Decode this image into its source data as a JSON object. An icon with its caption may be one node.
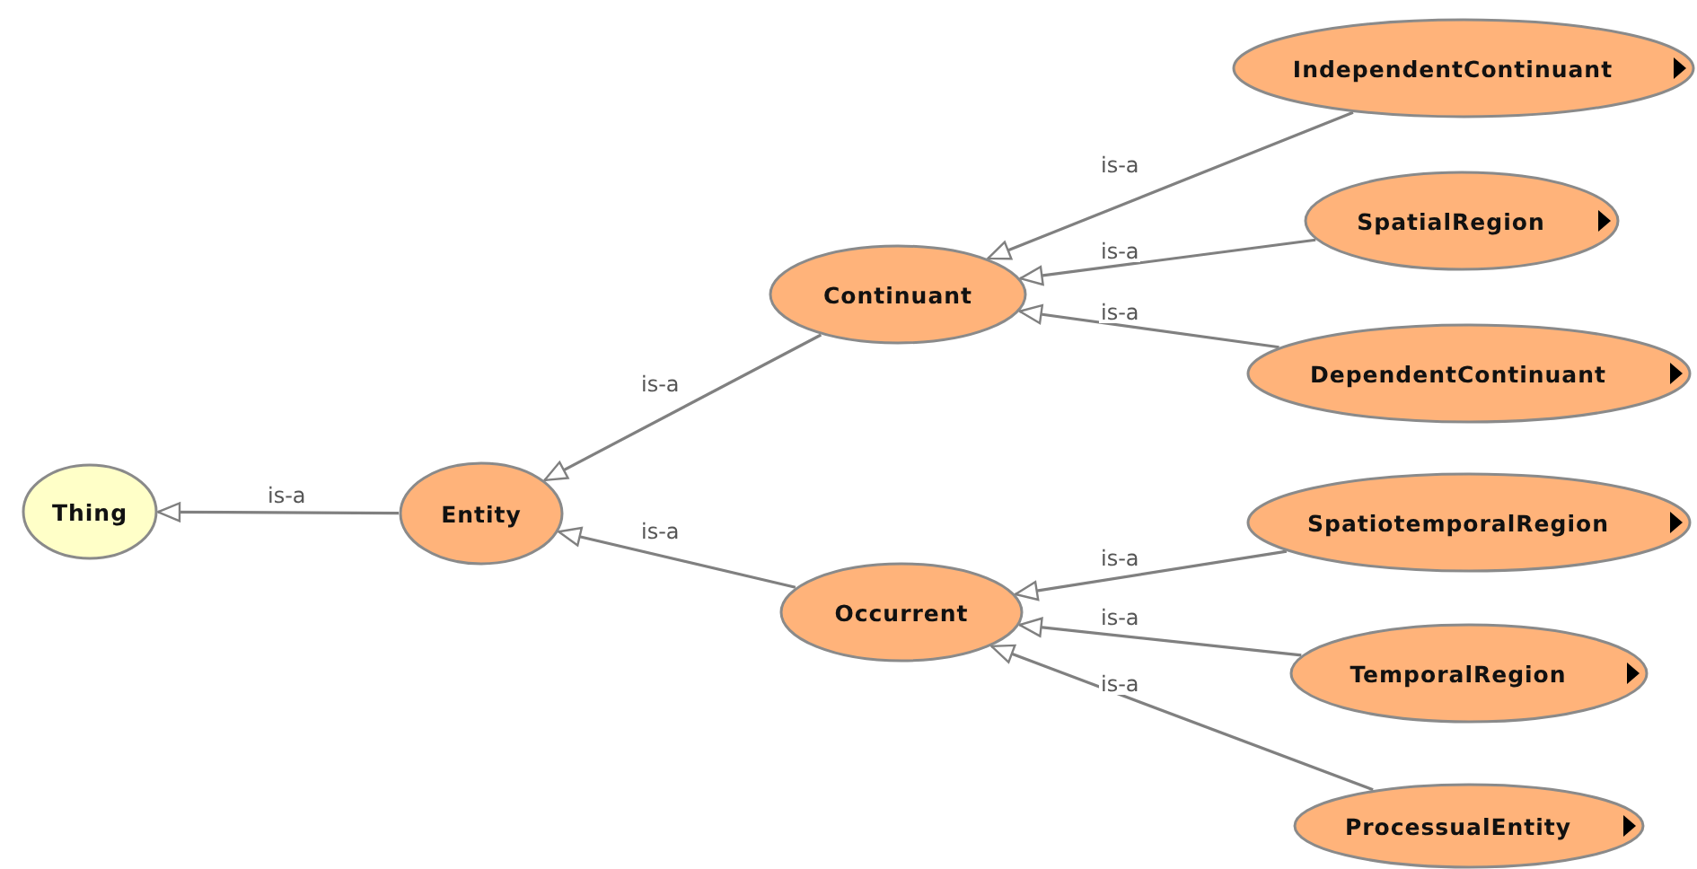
{
  "diagram": {
    "nodes": [
      {
        "text": [
          "Thing"
        ]
      },
      {
        "text": [
          "Entity"
        ]
      },
      {
        "text": [
          "Continuant"
        ]
      },
      {
        "text": [
          "Occurrent"
        ]
      },
      {
        "text": [
          "IndependentContinuant"
        ]
      },
      {
        "text": [
          "SpatialRegion"
        ]
      },
      {
        "text": [
          "DependentContinuant"
        ]
      },
      {
        "text": [
          "SpatiotemporalRegion"
        ]
      },
      {
        "text": [
          "TemporalRegion"
        ]
      },
      {
        "text": [
          "ProcessualEntity"
        ]
      }
    ],
    "edges": [
      {
        "from": 1,
        "to": 0,
        "arrow": "to",
        "label": "is-a"
      },
      {
        "from": 2,
        "to": 1,
        "arrow": "to",
        "label": "is-a"
      },
      {
        "from": 3,
        "to": 1,
        "arrow": "to",
        "label": "is-a"
      },
      {
        "from": 4,
        "to": 2,
        "arrow": "to",
        "label": "is-a"
      },
      {
        "from": 5,
        "to": 2,
        "arrow": "to",
        "label": "is-a"
      },
      {
        "from": 6,
        "to": 2,
        "arrow": "to",
        "label": "is-a"
      },
      {
        "from": 7,
        "to": 3,
        "arrow": "to",
        "label": "is-a"
      },
      {
        "from": 8,
        "to": 3,
        "arrow": "to",
        "label": "is-a"
      },
      {
        "from": 9,
        "to": 3,
        "arrow": "to",
        "label": "is-a"
      }
    ]
  }
}
